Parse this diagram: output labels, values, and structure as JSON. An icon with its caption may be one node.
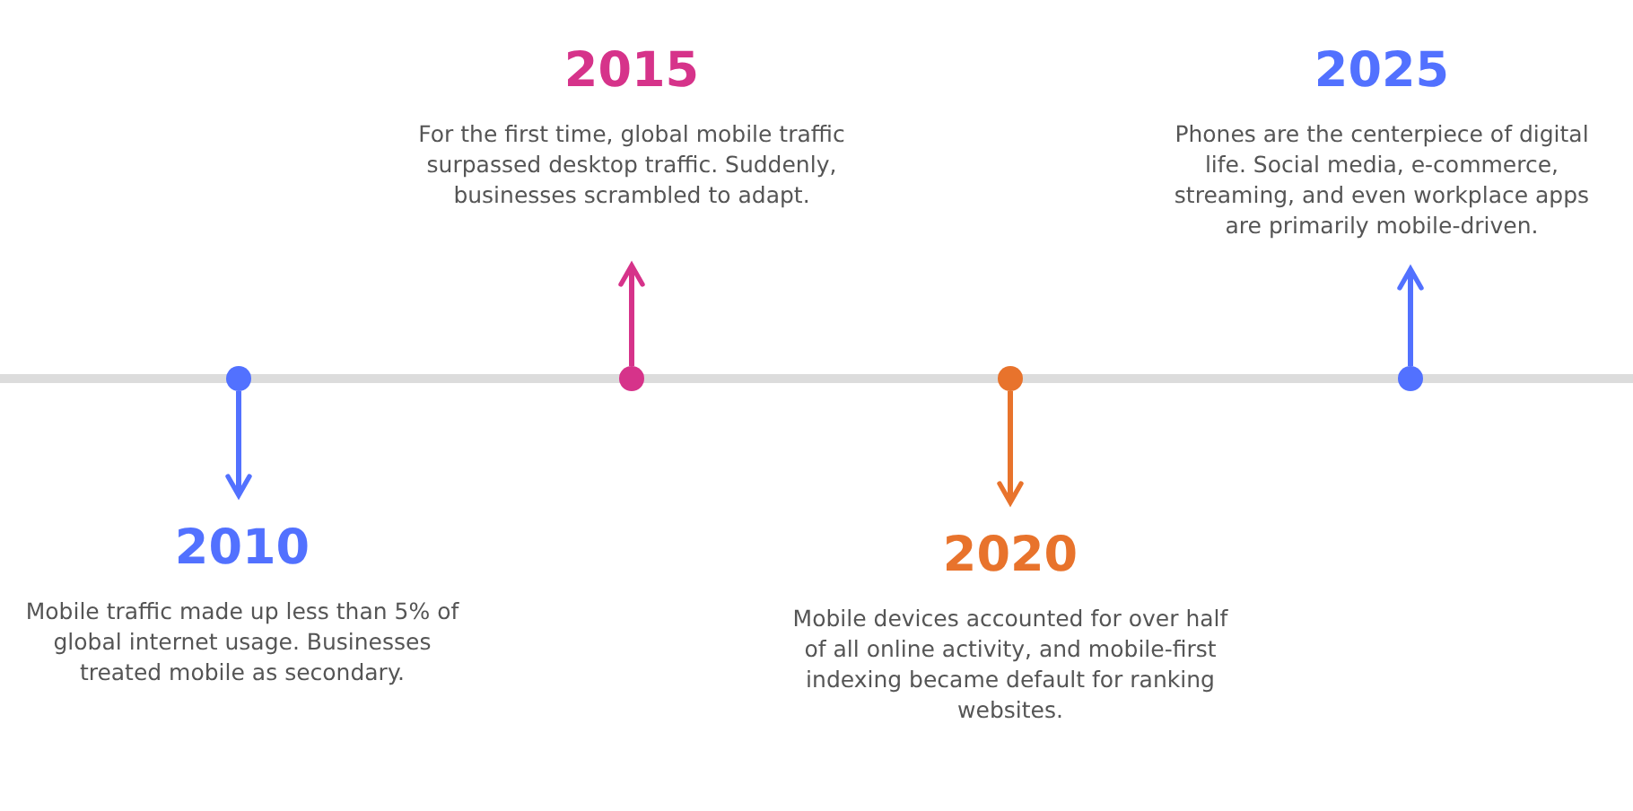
{
  "diagram": {
    "nodes": [
      {
        "text": [
          "2015",
          "For the first time, global mobile traffic surpassed desktop traffic. Suddenly, businesses scrambled to adapt."
        ]
      },
      {
        "text": [
          "2025",
          "Phones are the centerpiece of digital life. Social media, e-commerce, streaming, and even workplace apps are primarily mobile-driven."
        ]
      },
      {
        "text": [],
        "shape": "circle"
      },
      {
        "text": [],
        "shape": "circle"
      },
      {
        "text": [],
        "shape": "circle"
      },
      {
        "text": [],
        "shape": "circle"
      },
      {
        "text": [
          "2010",
          "Mobile traffic made up less than 5% of global internet usage. Businesses treated mobile as secondary."
        ]
      },
      {
        "text": [
          "2020",
          "Mobile devices accounted for over half of all online activity, and mobile-first indexing became default for ranking websites."
        ]
      }
    ],
    "edges": [
      {
        "from": 2,
        "to": 6,
        "arrow": "to"
      },
      {
        "from": 3,
        "to": 0,
        "arrow": "to",
        "color": "#d6338a"
      },
      {
        "from": 4,
        "to": 7,
        "arrow": "to",
        "color": "#e8732c"
      },
      {
        "from": 5,
        "to": 1,
        "arrow": "to"
      }
    ]
  }
}
